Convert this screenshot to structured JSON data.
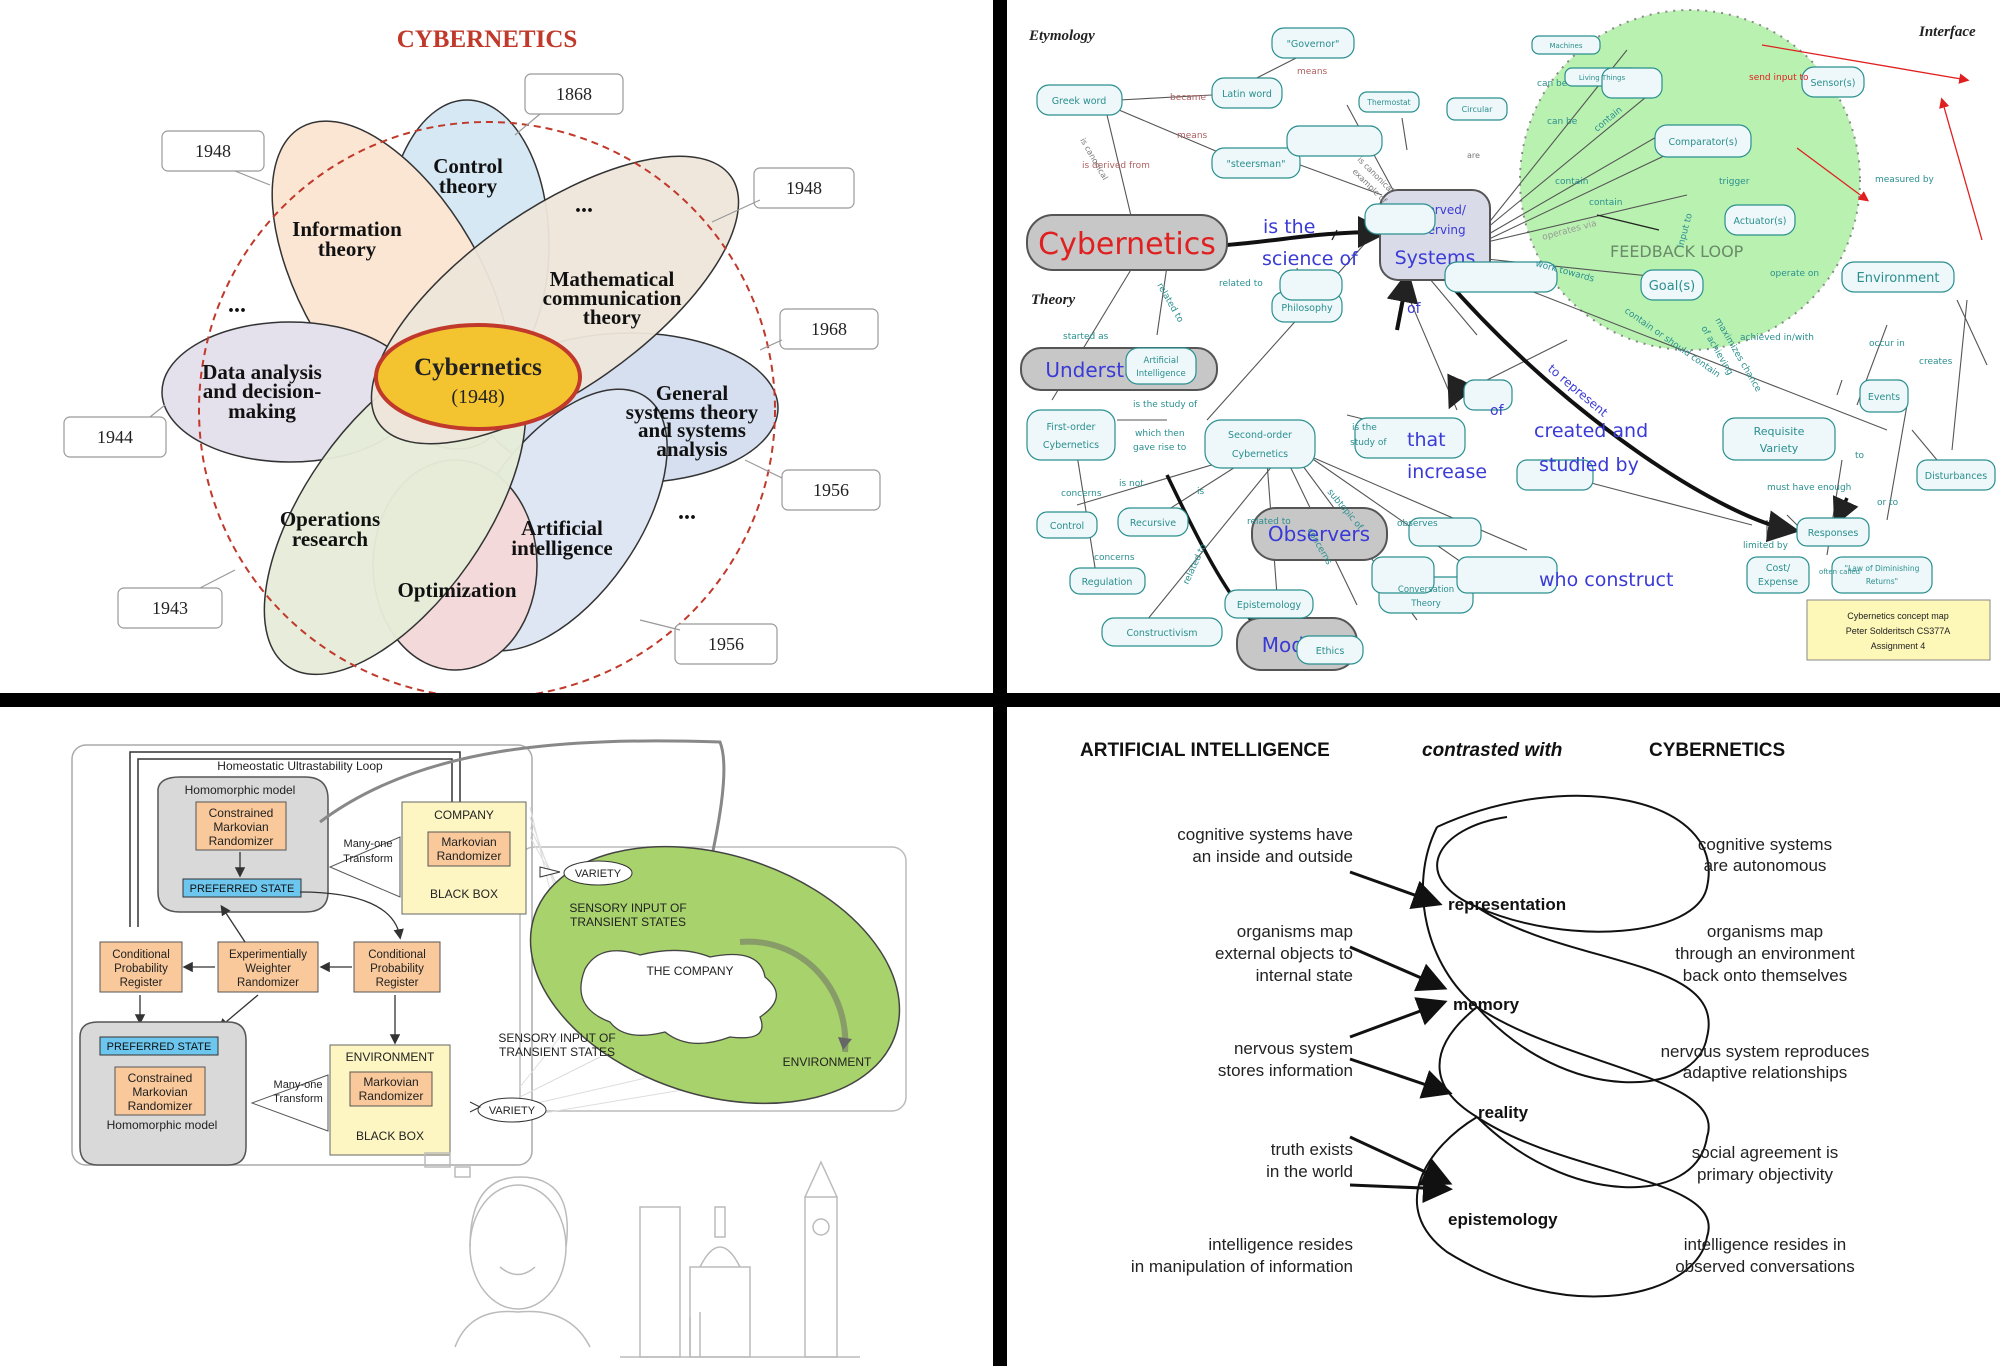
{
  "panel1": {
    "title": "CYBERNETICS",
    "center": {
      "label": "Cybernetics",
      "year": "(1948)"
    },
    "petals": [
      {
        "line1": "Control",
        "line2": "theory",
        "line3": ""
      },
      {
        "line1": "Information",
        "line2": "theory",
        "line3": ""
      },
      {
        "line1": "Mathematical",
        "line2": "communication",
        "line3": "theory"
      },
      {
        "line1": "General",
        "line2": "systems theory",
        "line3": "and systems",
        "line4": "analysis"
      },
      {
        "line1": "Artificial",
        "line2": "intelligence",
        "line3": ""
      },
      {
        "line1": "Optimization",
        "line2": "",
        "line3": ""
      },
      {
        "line1": "Operations",
        "line2": "research",
        "line3": ""
      },
      {
        "line1": "Data analysis",
        "line2": "and decision-",
        "line3": "making"
      }
    ],
    "years": [
      "1868",
      "1948",
      "1948",
      "1968",
      "1956",
      "1956",
      "1943",
      "1944"
    ],
    "ellipses": [
      "...",
      "...",
      "..."
    ],
    "colors": {
      "title": "#c0392b",
      "center_fill": "#f4c430",
      "center_stroke": "#c0392b"
    }
  },
  "panel2": {
    "section_labels": {
      "etymology": "Etymology",
      "theory": "Theory",
      "interface": "Interface"
    },
    "nodes": {
      "cybernetics": "Cybernetics",
      "systems_top": "Observed/",
      "systems_mid": "Observing",
      "systems_main": "Systems",
      "understanding": "Understanding",
      "observers": "Observers",
      "models": "Models",
      "greek_word": "Greek word",
      "latin_word": "Latin word",
      "governor": "\"Governor\"",
      "steersman": "\"steersman\"",
      "thermostat": "Thermostat",
      "circular": "Circular",
      "machines": "Machines",
      "living_things": "Living Things",
      "philosophy": "Philosophy",
      "ai_line1": "Artificial",
      "ai_line2": "Intelligence",
      "first_order_1": "First-order",
      "first_order_2": "Cybernetics",
      "second_order_1": "Second-order",
      "second_order_2": "Cybernetics",
      "control": "Control",
      "recursive": "Recursive",
      "regulation": "Regulation",
      "epistemology": "Epistemology",
      "constructivism": "Constructivism",
      "conversation_1": "Conversation",
      "conversation_2": "Theory",
      "ethics": "Ethics",
      "sensors": "Sensor(s)",
      "comparators": "Comparator(s)",
      "actuators": "Actuator(s)",
      "goals": "Goal(s)",
      "environment": "Environment",
      "feedback_loop": "FEEDBACK LOOP",
      "requisite_1": "Requisite",
      "requisite_2": "Variety",
      "events": "Events",
      "disturbances": "Disturbances",
      "responses": "Responses",
      "cost_1": "Cost/",
      "cost_2": "Expense",
      "law_1": "\"Law of Diminishing",
      "law_2": "Returns\""
    },
    "big_links": {
      "is_the": "is the",
      "science_of": "science of",
      "of": "of",
      "of2": "of",
      "that": "that",
      "increase": "increase",
      "created_and": "created and",
      "studied_by": "studied by",
      "who_construct": "who construct",
      "to_represent": "to represent"
    },
    "small_links": {
      "means": "means",
      "became": "became",
      "means2": "means",
      "is_derived_from": "is derived from",
      "is_canonical_a": "is canonical",
      "is_canonical_b": "example of",
      "is_canonical2_a": "is canonical",
      "is_canonical2_b": "example of",
      "are": "are",
      "can_be": "can be",
      "can_be2": "can be",
      "contain": "contain",
      "contain2": "contain",
      "contain3": "contain",
      "operates_via": "operates via",
      "work_towards": "work towards",
      "related_to": "related to",
      "related_to2": "related to",
      "started_as": "started as",
      "is_the_study_of": "is the study of",
      "which_then": "which then",
      "gave_rise_to": "gave rise to",
      "is_the_study_of2a": "is the",
      "is_the_study_of2b": "study of",
      "concerns": "concerns",
      "concerns2": "concerns",
      "is_not": "is not",
      "is": "is",
      "related_to3": "related to",
      "related_to4": "related to",
      "concerns3": "concerns",
      "subtopic_of": "subtopic of",
      "observes": "observes",
      "send_input_to": "send input to",
      "trigger": "trigger",
      "input_to": "input to",
      "measured_by": "measured by",
      "operate_on": "operate on",
      "achieved_in_with": "achieved in/with",
      "contain_or_should_contain": "contain or should contain",
      "maximizes_chance_a": "maximizes chance",
      "maximizes_chance_b": "of achieving",
      "occur_in": "occur in",
      "creates": "creates",
      "to": "to",
      "must_have_enough": "must have enough",
      "or_to": "or to",
      "limited_by": "limited by",
      "often_called": "often called"
    },
    "credit": {
      "line1": "Cybernetics concept map",
      "line2": "Peter Solderitsch CS377A",
      "line3": "Assignment 4"
    },
    "colors": {
      "feedback_fill": "#b9f2b0",
      "node_stroke": "#2a8f8f",
      "big_link": "#3a3ad6",
      "cyb_text": "#e02020",
      "gray_node": "#c7c7c7"
    }
  },
  "panel3": {
    "loop_label": "Homeostatic Ultrastability Loop",
    "homomorphic_top": "Homomorphic model",
    "homomorphic_bottom": "Homomorphic model",
    "cmr_top": [
      "Constrained",
      "Markovian",
      "Randomizer"
    ],
    "cmr_bottom": [
      "Constrained",
      "Markovian",
      "Randomizer"
    ],
    "preferred_state_top": "PREFERRED STATE",
    "preferred_state_bottom": "PREFERRED STATE",
    "company": "COMPANY",
    "environment_box": "ENVIRONMENT",
    "markovian_top": [
      "Markovian",
      "Randomizer"
    ],
    "markovian_bottom": [
      "Markovian",
      "Randomizer"
    ],
    "black_box_top": "BLACK BOX",
    "black_box_bottom": "BLACK BOX",
    "many_one_top": [
      "Many-one",
      "Transform"
    ],
    "many_one_bottom": [
      "Many-one",
      "Transform"
    ],
    "cpr_left": [
      "Conditional",
      "Probability",
      "Register"
    ],
    "cpr_right": [
      "Conditional",
      "Probability",
      "Register"
    ],
    "ewr": [
      "Experimentially",
      "Weighter",
      "Randomizer"
    ],
    "variety_top": "VARIETY",
    "variety_bottom": "VARIETY",
    "sensory_top": [
      "SENSORY INPUT OF",
      "TRANSIENT STATES"
    ],
    "sensory_bottom": [
      "SENSORY INPUT OF",
      "TRANSIENT STATES"
    ],
    "the_company": "THE COMPANY",
    "environment": "ENVIRONMENT",
    "colors": {
      "orange": "#f9c99b",
      "blue": "#6cc6ee",
      "cream": "#fdf6c3",
      "green": "#a8d26b"
    }
  },
  "panel4": {
    "header_left": "ARTIFICIAL INTELLIGENCE",
    "header_mid": "contrasted with",
    "header_right": "CYBERNETICS",
    "left": [
      [
        "cognitive systems have",
        "an inside and outside"
      ],
      [
        "organisms map",
        "external objects to",
        "internal state"
      ],
      [
        "nervous system",
        "stores information"
      ],
      [
        "truth exists",
        "in the world"
      ],
      [
        "intelligence resides",
        "in manipulation of information"
      ]
    ],
    "center": [
      "representation",
      "memory",
      "reality",
      "epistemology"
    ],
    "right": [
      [
        "cognitive systems",
        "are autonomous"
      ],
      [
        "organisms map",
        "through an environment",
        "back onto themselves"
      ],
      [
        "nervous system reproduces",
        "adaptive relationships"
      ],
      [
        "social agreement is",
        "primary objectivity"
      ],
      [
        "intelligence resides in",
        "observed conversations"
      ]
    ]
  }
}
